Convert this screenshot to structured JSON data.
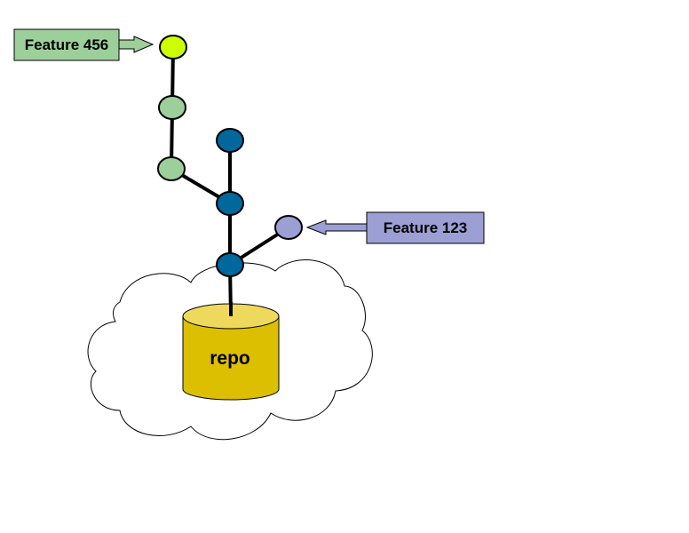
{
  "labels": {
    "feature_456": "Feature 456",
    "feature_123": "Feature 123",
    "repo": "repo"
  },
  "colors": {
    "feature_456_box": "#9dcf9a",
    "feature_123_box": "#9c9fd3",
    "feature_456_tip": "#ccff00",
    "feature_456_commit": "#9dcf9a",
    "feature_123_commit": "#9c9fd3",
    "main_commit": "#00689c",
    "repo_body": "#dcbf00",
    "repo_top": "#efd95c"
  },
  "commits": {
    "feature_456": [
      "tip",
      "commit-2",
      "commit-1"
    ],
    "main": [
      "commit-3",
      "commit-2",
      "commit-1"
    ],
    "feature_123": [
      "tip"
    ]
  }
}
